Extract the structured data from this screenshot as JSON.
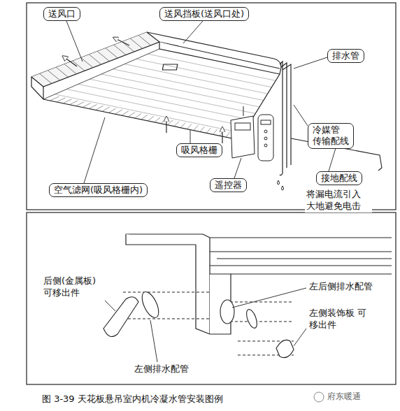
{
  "diagram": {
    "caption": "图 3-39 天花板悬吊室内机冷凝水管安装图例",
    "nodes": [
      {
        "text": [
          "送风口"
        ]
      },
      {
        "text": [
          "送风挡板(送风口处)"
        ]
      },
      {
        "text": [
          "排水管"
        ]
      },
      {
        "text": [
          "冷媒管",
          "传输配线"
        ]
      },
      {
        "text": [
          "吸风格栅"
        ]
      },
      {
        "text": [
          "空气滤网(吸风格栅内)"
        ]
      },
      {
        "text": [
          "遥控器"
        ]
      },
      {
        "text": [
          "接地配线"
        ]
      }
    ],
    "edges": [],
    "labels": [
      "将漏电流引入 大地避免电击",
      "后侧(金属板) 可移出件",
      "左后侧排水配管",
      "左侧装饰板 可移出件",
      "左侧排水配管",
      "府东暖通"
    ]
  }
}
